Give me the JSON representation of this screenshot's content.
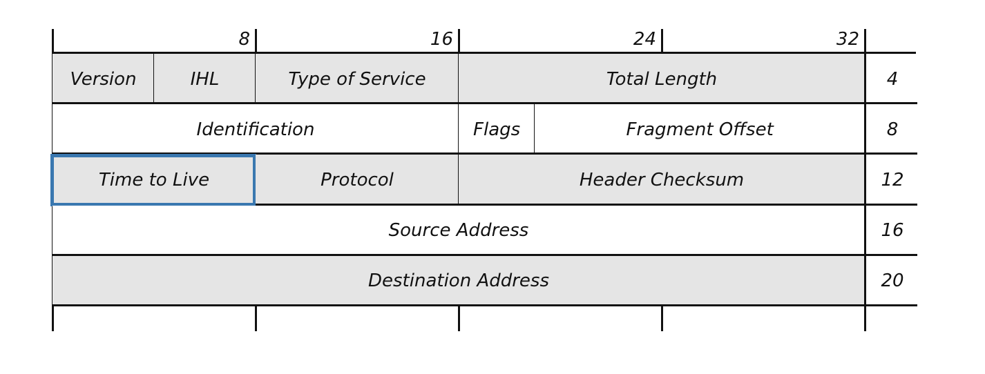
{
  "bit_markers": [
    "8",
    "16",
    "24",
    "32"
  ],
  "row_offsets": [
    "4",
    "8",
    "12",
    "16",
    "20"
  ],
  "rows": [
    {
      "fields": [
        {
          "label": "Version",
          "bits": 4,
          "shaded": true
        },
        {
          "label": "IHL",
          "bits": 4,
          "shaded": true
        },
        {
          "label": "Type of Service",
          "bits": 8,
          "shaded": true
        },
        {
          "label": "Total Length",
          "bits": 16,
          "shaded": true
        }
      ]
    },
    {
      "fields": [
        {
          "label": "Identification",
          "bits": 16,
          "shaded": false
        },
        {
          "label": "Flags",
          "bits": 3,
          "shaded": false
        },
        {
          "label": "Fragment Offset",
          "bits": 13,
          "shaded": false
        }
      ]
    },
    {
      "fields": [
        {
          "label": "Time to Live",
          "bits": 8,
          "shaded": true,
          "highlighted": true
        },
        {
          "label": "Protocol",
          "bits": 8,
          "shaded": true
        },
        {
          "label": "Header Checksum",
          "bits": 16,
          "shaded": true
        }
      ]
    },
    {
      "fields": [
        {
          "label": "Source Address",
          "bits": 32,
          "shaded": false
        }
      ]
    },
    {
      "fields": [
        {
          "label": "Destination Address",
          "bits": 32,
          "shaded": true
        }
      ]
    }
  ],
  "colors": {
    "shaded": "#e5e5e5",
    "highlight": "#3a78b0",
    "line": "#111111"
  }
}
